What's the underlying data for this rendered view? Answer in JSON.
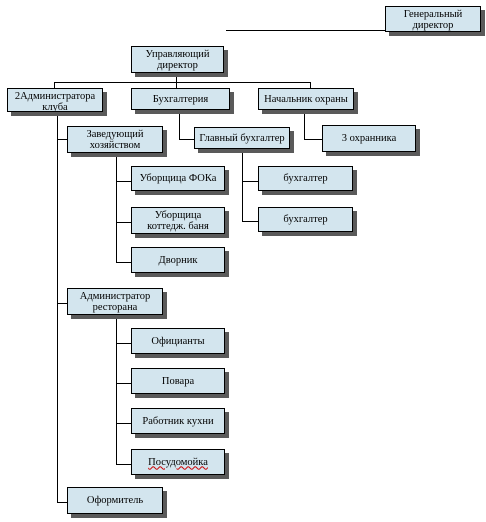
{
  "nodes": {
    "gen_director": "Генеральный\nдиректор",
    "managing_director": "Управляющий\nдиректор",
    "club_admins": "2Администратора\nклуба",
    "accounting": "Бухгалтерия",
    "security_head": "Начальник охраны",
    "facility_manager": "Заведующий\nхозяйством",
    "chief_accountant": "Главный бухгалтер",
    "guards": "3 охранника",
    "cleaner_fok": "Уборщица ФОКа",
    "accountant_1": "бухгалтер",
    "cleaner_cottage": "Уборщица\nкоттедж. баня",
    "accountant_2": "бухгалтер",
    "janitor": "Дворник",
    "restaurant_admin": "Администратор\nресторана",
    "waiters": "Официанты",
    "cooks": "Повара",
    "kitchen_worker": "Работник кухни",
    "dishwasher": "Посудомойка",
    "decorator": "Оформитель"
  }
}
